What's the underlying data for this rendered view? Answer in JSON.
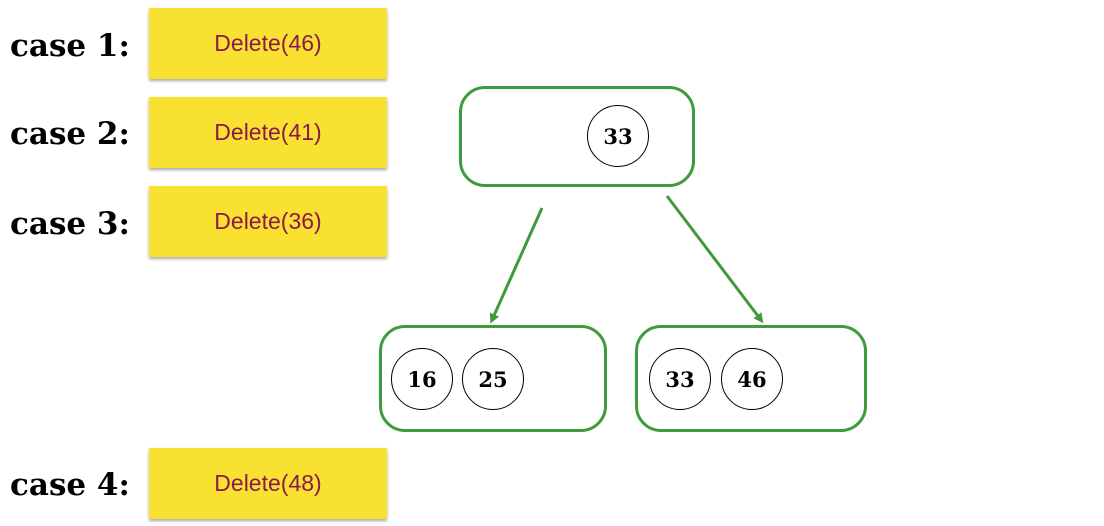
{
  "colors": {
    "button_fill": "#f9e131",
    "button_text": "#8a1a4a",
    "tree_outline": "#3f9a3a",
    "label_text": "#000000"
  },
  "cases": [
    {
      "label": "case 1:",
      "operation": "Delete(46)"
    },
    {
      "label": "case 2:",
      "operation": "Delete(41)"
    },
    {
      "label": "case 3:",
      "operation": "Delete(36)"
    },
    {
      "label": "case 4:",
      "operation": "Delete(48)"
    }
  ],
  "tree": {
    "root": {
      "keys": [
        "33"
      ]
    },
    "leaves": [
      {
        "keys": [
          "16",
          "25"
        ]
      },
      {
        "keys": [
          "33",
          "46"
        ]
      }
    ]
  }
}
